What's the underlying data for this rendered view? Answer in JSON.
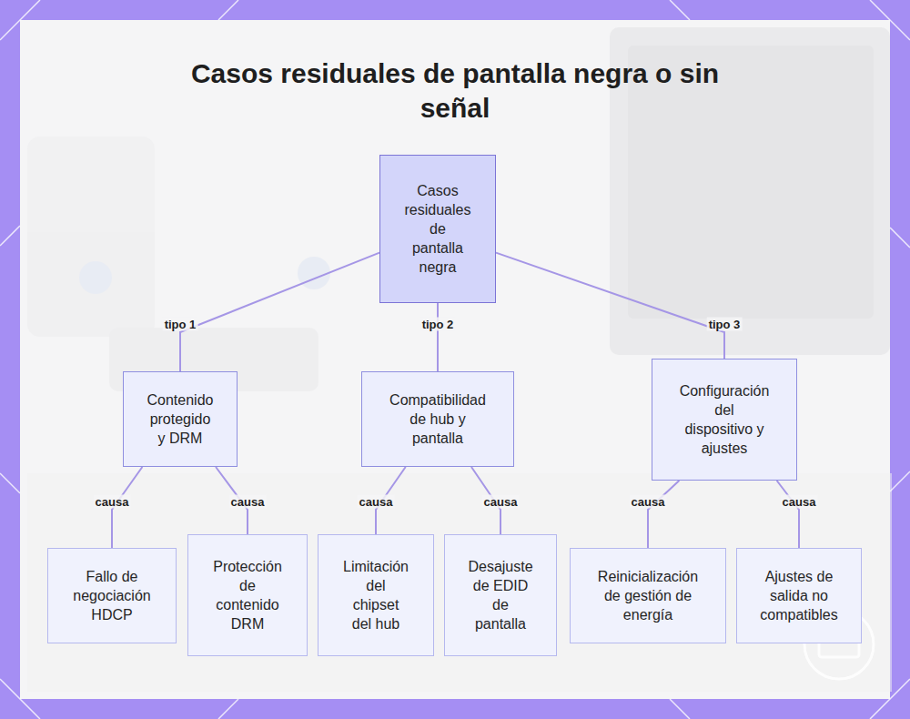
{
  "diagram": {
    "title": "Casos residuales de pantalla negra o sin señal",
    "nodes": [
      {
        "text": [
          "Casos residuales de pantalla negra"
        ]
      },
      {
        "text": [
          "Contenido protegido y DRM"
        ]
      },
      {
        "text": [
          "Compatibilidad de hub y pantalla"
        ]
      },
      {
        "text": [
          "Configuración del dispositivo y ajustes"
        ]
      },
      {
        "text": [
          "Fallo de negociación HDCP"
        ]
      },
      {
        "text": [
          "Protección de contenido DRM"
        ]
      },
      {
        "text": [
          "Limitación del chipset del hub"
        ]
      },
      {
        "text": [
          "Desajuste de EDID de pantalla"
        ]
      },
      {
        "text": [
          "Reinicialización de gestión de energía"
        ]
      },
      {
        "text": [
          "Ajustes de salida no compatibles"
        ]
      }
    ],
    "edges": [
      {
        "from": 0,
        "to": 1,
        "arrow": "none",
        "label": "tipo 1"
      },
      {
        "from": 0,
        "to": 2,
        "arrow": "none",
        "label": "tipo 2"
      },
      {
        "from": 0,
        "to": 3,
        "arrow": "none",
        "label": "tipo 3"
      },
      {
        "from": 1,
        "to": 4,
        "arrow": "none",
        "label": "causa"
      },
      {
        "from": 1,
        "to": 5,
        "arrow": "none",
        "label": "causa"
      },
      {
        "from": 2,
        "to": 6,
        "arrow": "none",
        "label": "causa"
      },
      {
        "from": 2,
        "to": 7,
        "arrow": "none",
        "label": "causa"
      },
      {
        "from": 3,
        "to": 8,
        "arrow": "none",
        "label": "causa"
      },
      {
        "from": 3,
        "to": 9,
        "arrow": "none",
        "label": "causa"
      }
    ]
  }
}
